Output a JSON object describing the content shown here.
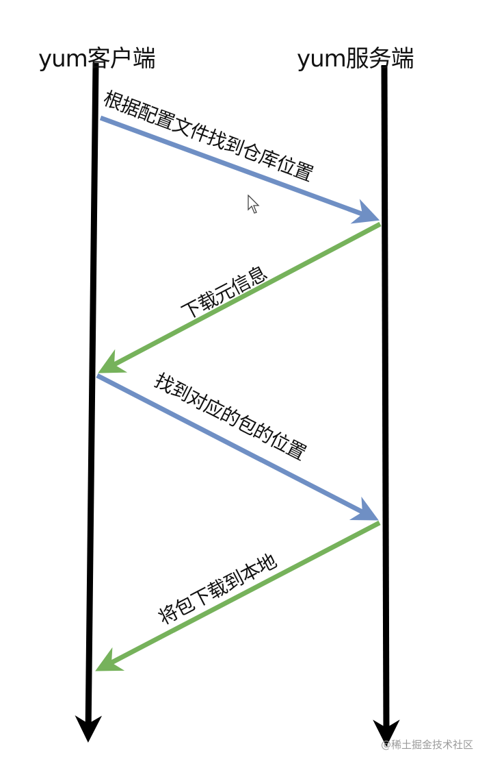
{
  "diagram": {
    "type": "sequence",
    "actors": [
      {
        "id": "client",
        "label": "yum客户端"
      },
      {
        "id": "server",
        "label": "yum服务端"
      }
    ],
    "messages": [
      {
        "from": "client",
        "to": "server",
        "label": "根据配置文件找到仓库位置",
        "color": "#6f8fc4"
      },
      {
        "from": "server",
        "to": "client",
        "label": "下载元信息",
        "color": "#76b25b"
      },
      {
        "from": "client",
        "to": "server",
        "label": "找到对应的包的位置",
        "color": "#6f8fc4"
      },
      {
        "from": "server",
        "to": "client",
        "label": "将包下载到本地",
        "color": "#76b25b"
      }
    ],
    "colors": {
      "lifeline": "#000000",
      "request_arrow": "#6f8fc4",
      "response_arrow": "#76b25b",
      "text": "#111111"
    }
  },
  "watermark": "@稀土掘金技术社区"
}
